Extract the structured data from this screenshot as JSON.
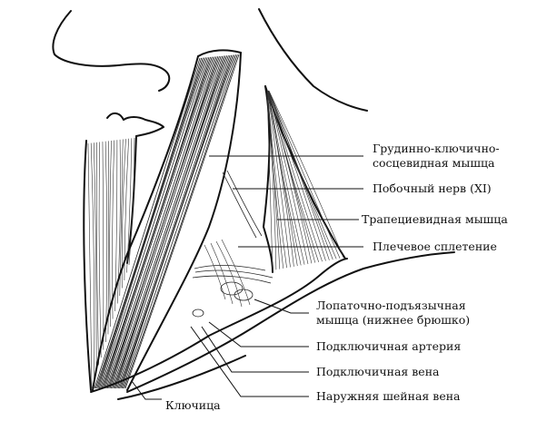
{
  "labels": {
    "scm": [
      "Грудинно-ключично-",
      "сосцевидная мышца"
    ],
    "accessory_nerve": "Побочный нерв (XI)",
    "trapezius": "Трапециевидная мышца",
    "brachial_plexus": "Плечевое сплетение",
    "omohyoid": [
      "Лопаточно-подъязычная",
      "мышца  (нижнее брюшко)"
    ],
    "subclavian_artery": "Подключичная артерия",
    "subclavian_vein": "Подключичная вена",
    "external_jugular_vein": "Наружняя шейная вена",
    "clavicle": "Ключица"
  }
}
